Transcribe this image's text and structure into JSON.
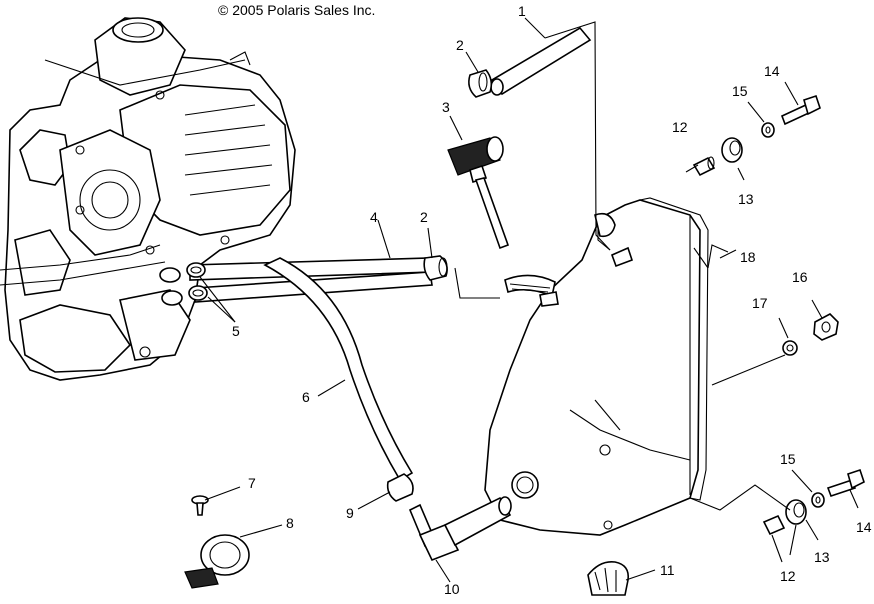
{
  "copyright": "© 2005 Polaris Sales Inc.",
  "callouts": {
    "c1": "1",
    "c2a": "2",
    "c2b": "2",
    "c3": "3",
    "c4": "4",
    "c5": "5",
    "c6": "6",
    "c7": "7",
    "c8": "8",
    "c9": "9",
    "c10": "10",
    "c11": "11",
    "c12a": "12",
    "c12b": "12",
    "c13a": "13",
    "c13b": "13",
    "c14a": "14",
    "c14b": "14",
    "c15a": "15",
    "c15b": "15",
    "c16": "16",
    "c17": "17",
    "c18": "18"
  }
}
